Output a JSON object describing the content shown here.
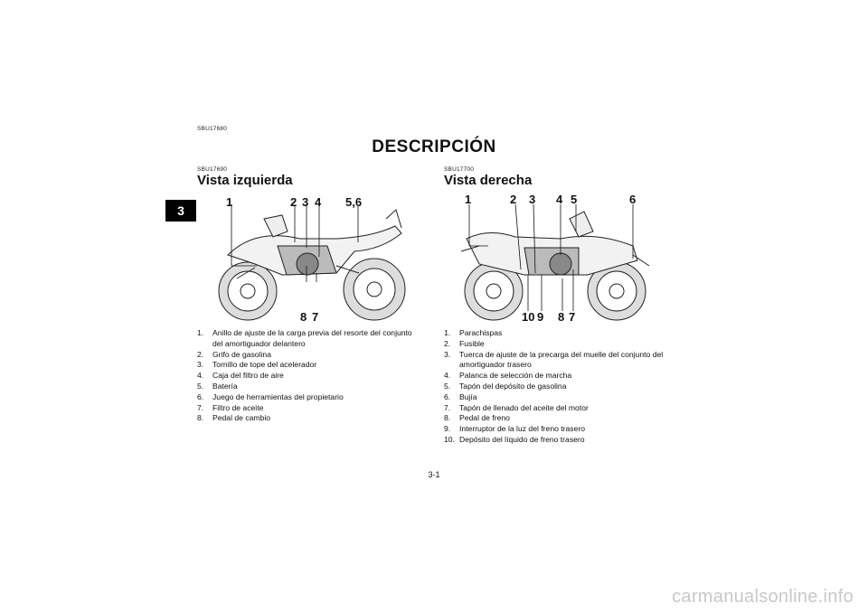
{
  "section_tab": "3",
  "header_code": "SBU17680",
  "title": "DESCRIPCIÓN",
  "left": {
    "code": "SBU17690",
    "heading": "Vista izquierda",
    "callouts": {
      "c1": "1",
      "c2": "2",
      "c3": "3",
      "c4": "4",
      "c56": "5,6",
      "c8": "8",
      "c7": "7"
    },
    "items": [
      {
        "num": "1.",
        "text": "Anillo de ajuste de la carga previa del resorte del conjunto del amortiguador delantero"
      },
      {
        "num": "2.",
        "text": "Grifo de gasolina"
      },
      {
        "num": "3.",
        "text": "Tornillo de tope del acelerador"
      },
      {
        "num": "4.",
        "text": "Caja del filtro de aire"
      },
      {
        "num": "5.",
        "text": "Batería"
      },
      {
        "num": "6.",
        "text": "Juego de herramientas del propietario"
      },
      {
        "num": "7.",
        "text": "Filtro de aceite"
      },
      {
        "num": "8.",
        "text": "Pedal de cambio"
      }
    ]
  },
  "right": {
    "code": "SBU17700",
    "heading": "Vista derecha",
    "callouts": {
      "c1": "1",
      "c2": "2",
      "c3": "3",
      "c4": "4",
      "c5": "5",
      "c6": "6",
      "c10": "10",
      "c9": "9",
      "c8": "8",
      "c7": "7"
    },
    "items": [
      {
        "num": "1.",
        "text": "Parachispas"
      },
      {
        "num": "2.",
        "text": "Fusible"
      },
      {
        "num": "3.",
        "text": "Tuerca de ajuste de la precarga del muelle del conjunto del amortiguador trasero"
      },
      {
        "num": "4.",
        "text": "Palanca de selección de marcha"
      },
      {
        "num": "5.",
        "text": "Tapón del depósito de gasolina"
      },
      {
        "num": "6.",
        "text": "Bujía"
      },
      {
        "num": "7.",
        "text": "Tapón de llenado del aceite del motor"
      },
      {
        "num": "8.",
        "text": "Pedal de freno"
      },
      {
        "num": "9.",
        "text": "Interruptor de la luz del freno trasero"
      },
      {
        "num": "10.",
        "text": "Depósito del líquido de freno trasero"
      }
    ]
  },
  "page_number": "3-1",
  "watermark": "carmanualsonline.info"
}
